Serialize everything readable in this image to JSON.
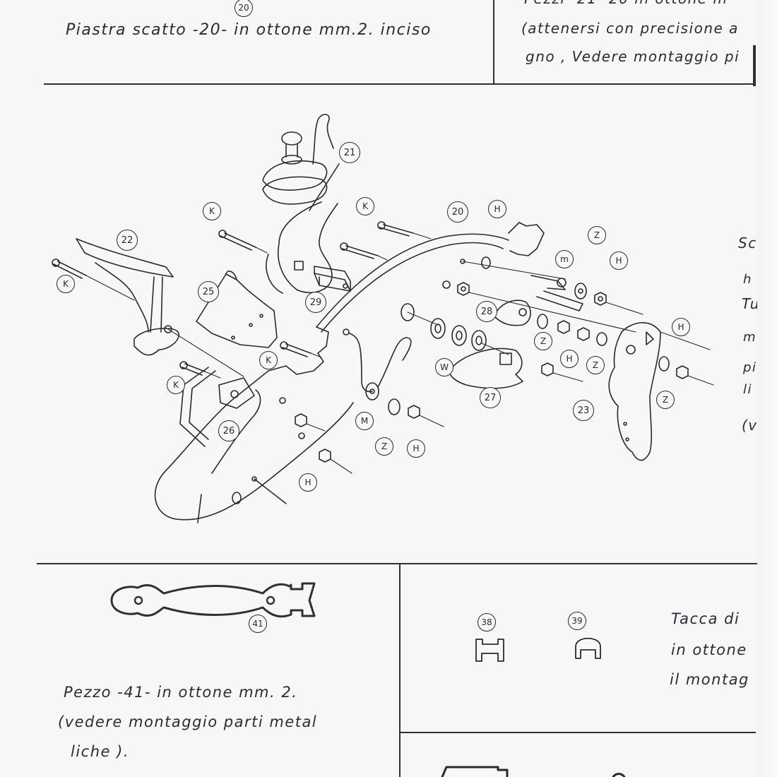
{
  "page": {
    "background": "#f7f7f7",
    "ink_color": "#2a2a2e"
  },
  "top_left_panel": {
    "callout": "20",
    "caption": "Piastra scatto -20- in ottone mm.2. inciso"
  },
  "top_right_panel": {
    "line1_cut": "Pezzi -21- 20 in ottone m",
    "line2": "(attenersi con precisione a",
    "line3": "gno , Vedere montaggio pi"
  },
  "right_margin_fragments": [
    "Sc",
    "h",
    "Tu",
    "m",
    "pi",
    "li",
    "(v"
  ],
  "exploded_view": {
    "part_callouts": [
      {
        "id": "20",
        "label": "20"
      },
      {
        "id": "21",
        "label": "21"
      },
      {
        "id": "22",
        "label": "22"
      },
      {
        "id": "23",
        "label": "23"
      },
      {
        "id": "25",
        "label": "25"
      },
      {
        "id": "26",
        "label": "26"
      },
      {
        "id": "27",
        "label": "27"
      },
      {
        "id": "28",
        "label": "28"
      },
      {
        "id": "29",
        "label": "29"
      }
    ],
    "hardware_callouts": {
      "K": "K",
      "H": "H",
      "Z": "Z",
      "W": "W",
      "M": "M",
      "m": "m"
    }
  },
  "bottom_left_panel": {
    "callout": "41",
    "caption_line1": "Pezzo -41- in ottone mm. 2.",
    "caption_line2": "(vedere montaggio parti metal",
    "caption_line3": "liche )."
  },
  "bottom_right_panel": {
    "callout_a": "38",
    "callout_b": "39",
    "text_line1": "Tacca di",
    "text_line2": "in ottone",
    "text_line3": "il montag"
  }
}
